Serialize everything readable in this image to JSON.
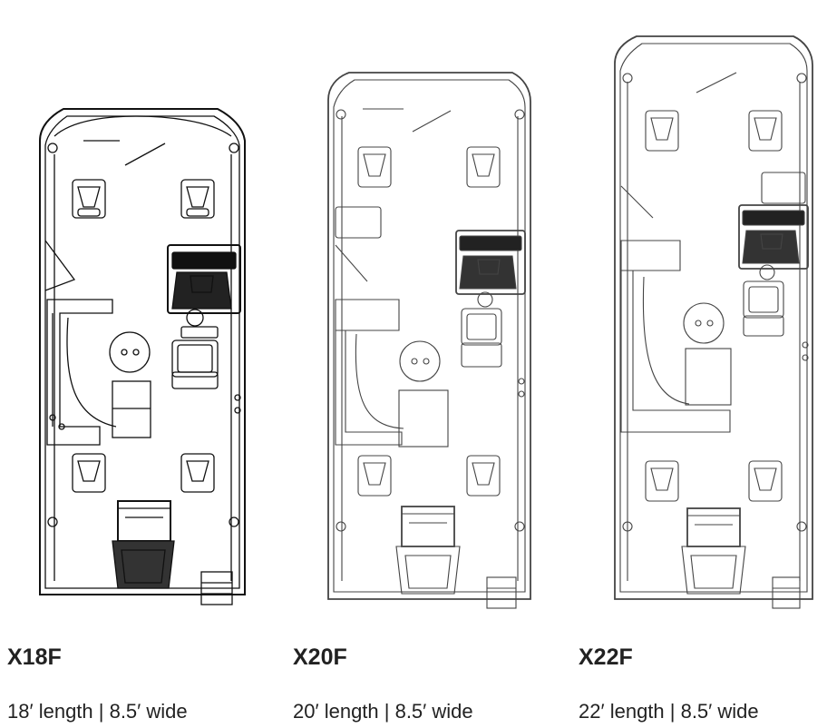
{
  "models": [
    {
      "name": "X18F",
      "dimensions": "18′ length | 8.5′ wide",
      "length_ft": 18,
      "width_ft": 8.5
    },
    {
      "name": "X20F",
      "dimensions": "20′ length | 8.5′ wide",
      "length_ft": 20,
      "width_ft": 8.5
    },
    {
      "name": "X22F",
      "dimensions": "22′ length | 8.5′ wide",
      "length_ft": 22,
      "width_ft": 8.5
    }
  ],
  "colors": {
    "text": "#222222",
    "line": "#111111",
    "background": "#ffffff"
  }
}
